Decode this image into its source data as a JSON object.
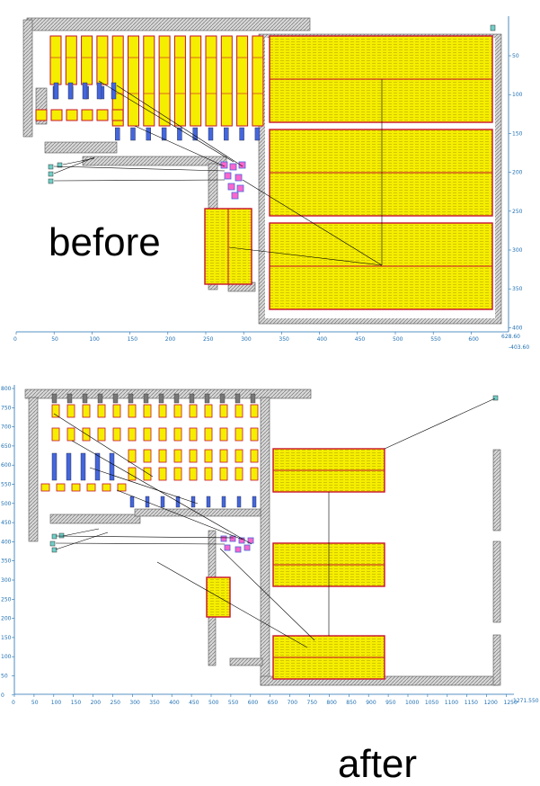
{
  "before": {
    "label": "before",
    "x_ticks": [
      "0",
      "50",
      "100",
      "150",
      "200",
      "250",
      "300",
      "350",
      "400",
      "450",
      "500",
      "550",
      "600"
    ],
    "y_ticks": [
      "50",
      "100",
      "150",
      "200",
      "250",
      "300",
      "350",
      "400"
    ],
    "corner_x": "628.60",
    "corner_y": "-403.60"
  },
  "after": {
    "label": "after",
    "x_ticks": [
      "0",
      "50",
      "100",
      "150",
      "200",
      "250",
      "300",
      "350",
      "400",
      "450",
      "500",
      "550",
      "600",
      "650",
      "700",
      "750",
      "800",
      "850",
      "900",
      "950",
      "1000",
      "1050",
      "1100",
      "1150",
      "1200",
      "1250"
    ],
    "y_ticks": [
      "800",
      "750",
      "700",
      "650",
      "600",
      "550",
      "500",
      "450",
      "400",
      "350",
      "300",
      "250",
      "200",
      "150",
      "100",
      "50",
      "0"
    ],
    "corner_x": "1271.550"
  },
  "colors": {
    "yellow": "#f5ee00",
    "red": "#c8102e",
    "blue": "#4466dd",
    "pink": "#ff66cc",
    "gray": "#a6a6a6",
    "axis": "#1f6fb2",
    "wire": "#000000",
    "pin": "#6fd0c8"
  }
}
